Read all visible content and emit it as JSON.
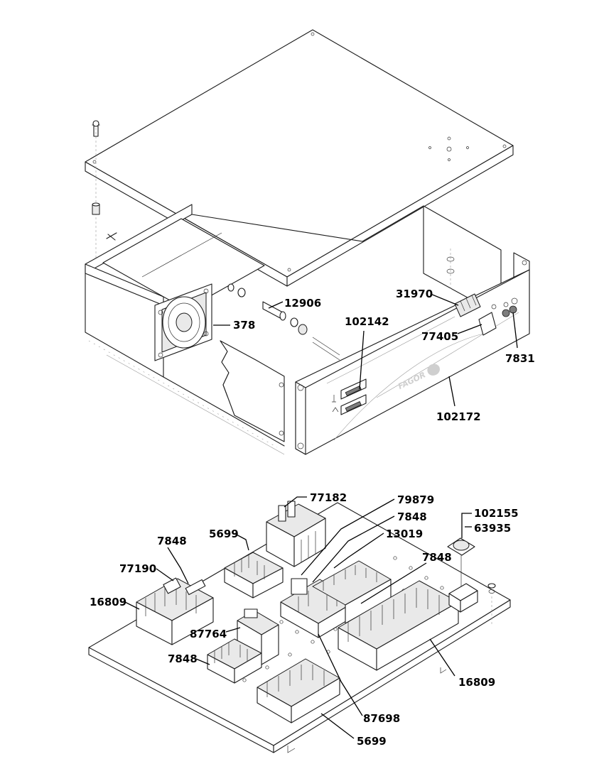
{
  "colors": {
    "line": "#1a1a1a",
    "paper": "#ffffff",
    "shade": "#e9e9e9"
  },
  "enclosure": {
    "brand_logo": "FAGOR",
    "callouts": {
      "c12906": "12906",
      "c378": "378",
      "c31970": "31970",
      "c102142": "102142",
      "c77405": "77405",
      "c7831": "7831",
      "c102172": "102172"
    }
  },
  "din_plate": {
    "callouts": {
      "c77182": "77182",
      "c79879": "79879",
      "c7848_a": "7848",
      "c13019": "13019",
      "c102155": "102155",
      "c63935": "63935",
      "c7848_b": "7848",
      "c5699_a": "5699",
      "c7848_c": "7848",
      "c77190": "77190",
      "c16809_a": "16809",
      "c87764": "87764",
      "c7848_d": "7848",
      "c16809_b": "16809",
      "c87698": "87698",
      "c5699_b": "5699"
    }
  }
}
